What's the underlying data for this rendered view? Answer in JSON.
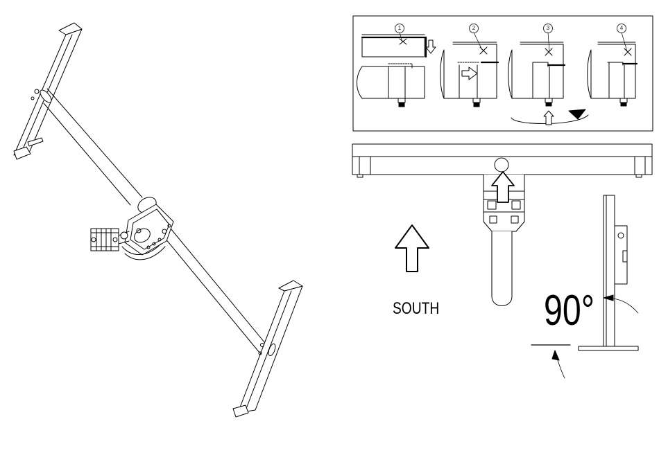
{
  "labels": {
    "direction": "SOUTH",
    "angle": "90°"
  },
  "steps": [
    "1",
    "2",
    "3",
    "4"
  ],
  "colors": {
    "line": "#000000",
    "background": "#ffffff"
  }
}
